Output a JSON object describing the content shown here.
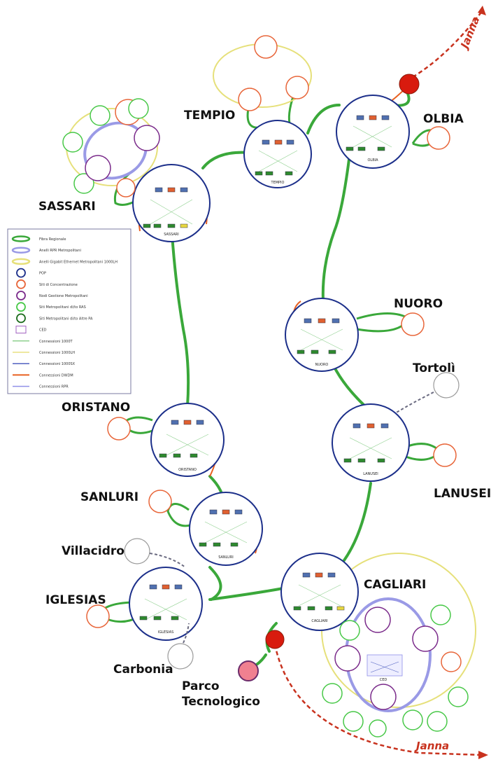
{
  "nodes": [
    {
      "id": "sassari",
      "name": "SASSARI",
      "pop_label": "SASSARI"
    },
    {
      "id": "tempio",
      "name": "TEMPIO",
      "pop_label": "TEMPIO"
    },
    {
      "id": "olbia",
      "name": "OLBIA",
      "pop_label": "OLBIA"
    },
    {
      "id": "nuoro",
      "name": "NUORO",
      "pop_label": "NUORO"
    },
    {
      "id": "tortoli",
      "name": "Tortolì"
    },
    {
      "id": "lanusei",
      "name": "LANUSEI",
      "pop_label": "LANUSEI"
    },
    {
      "id": "oristano",
      "name": "ORISTANO",
      "pop_label": "ORISTANO"
    },
    {
      "id": "sanluri",
      "name": "SANLURI",
      "pop_label": "SANLURI"
    },
    {
      "id": "villacidro",
      "name": "Villacidro"
    },
    {
      "id": "iglesias",
      "name": "IGLESIAS",
      "pop_label": "IGLESIAS"
    },
    {
      "id": "carbonia",
      "name": "Carbonia"
    },
    {
      "id": "cagliari",
      "name": "CAGLIARI",
      "pop_label": "CAGLIARI"
    },
    {
      "id": "parco",
      "name_line1": "Parco",
      "name_line2": "Tecnologico"
    },
    {
      "id": "ced",
      "pop_label": "CED"
    }
  ],
  "janna_top": "Janna",
  "janna_bottom": "Janna",
  "legend": [
    {
      "label": "Fibra Regionale",
      "color": "#3aa83a"
    },
    {
      "label": "Anelli RPR Metropolitani",
      "color": "#9a9ae6"
    },
    {
      "label": "Anelli Gigabit Ethernet Metropolitani 1000LH",
      "color": "#e6e07a"
    },
    {
      "label": "POP",
      "color": "#1c2f8a"
    },
    {
      "label": "Siti di Concentrazione",
      "color": "#e8663a"
    },
    {
      "label": "Nodi Gestione Metropolitani",
      "color": "#7a2a8a"
    },
    {
      "label": "Siti Metropolitani di/to RAS",
      "color": "#48c848"
    },
    {
      "label": "Siti Metropolitani di/to Altre PA",
      "color": "#1a6a1a"
    },
    {
      "label": "CED",
      "color": "#a060c0"
    },
    {
      "label": "Connessioni 1000T",
      "color": "#8fd08f"
    },
    {
      "label": "Connessioni 1000LH",
      "color": "#e8e080"
    },
    {
      "label": "Connessioni 1000SX",
      "color": "#5060c0"
    },
    {
      "label": "Connessioni DWDM",
      "color": "#e86020"
    },
    {
      "label": "Connessioni RPR",
      "color": "#9090e8"
    }
  ],
  "colors": {
    "fiber": "#3aa83a",
    "pop_ring": "#1c2f8a",
    "concentration": "#e8663a",
    "rpr": "#9a9ae6",
    "gige": "#e6e07a",
    "janna": "#c8321e",
    "ras_site": "#48c848",
    "mgmt": "#7a2a8a",
    "parco": "#f08090"
  }
}
